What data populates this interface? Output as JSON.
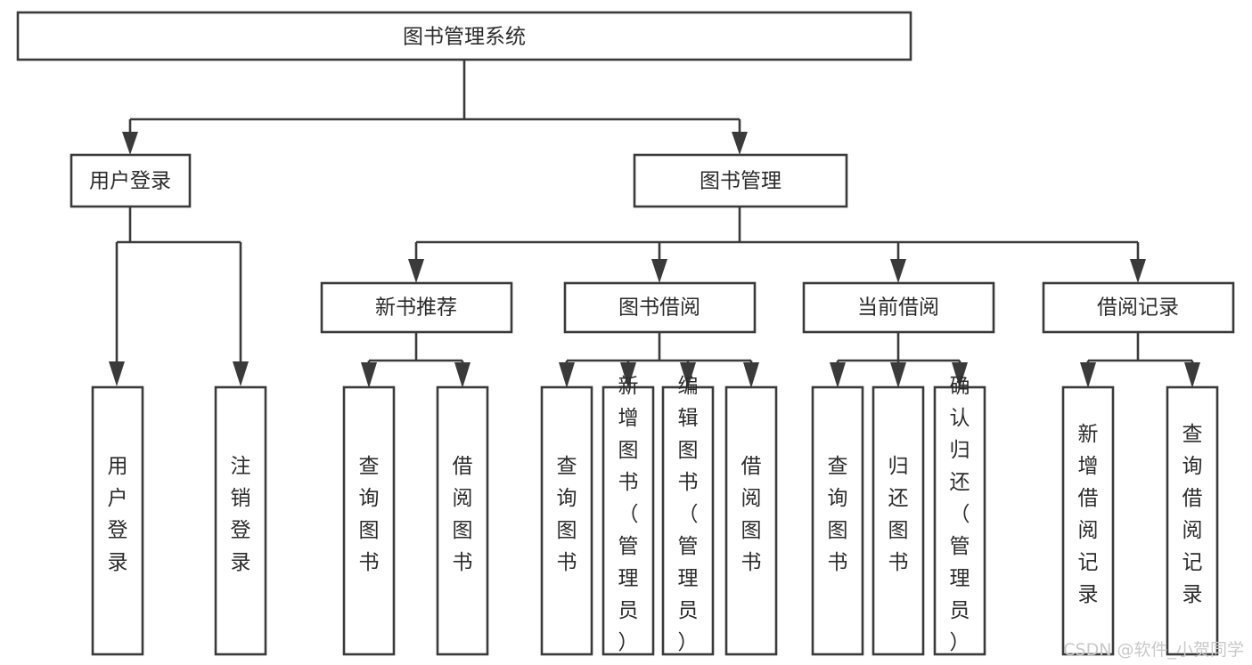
{
  "diagram": {
    "title": "图书管理系统",
    "type": "hierarchy-tree",
    "orientation": "top-down",
    "levels": 4,
    "colors": {
      "box_stroke": "#3a3a3a",
      "box_fill": "#ffffff",
      "text": "#2b2b2b",
      "connector": "#3a3a3a",
      "canvas": "#ffffff",
      "watermark": "#c9c9c9"
    }
  },
  "root": {
    "label": "图书管理系统"
  },
  "level2": [
    {
      "id": "user-login",
      "label": "用户登录"
    },
    {
      "id": "book-manage",
      "label": "图书管理"
    }
  ],
  "level3": [
    {
      "id": "new-book-recommend",
      "label": "新书推荐",
      "parent": "book-manage"
    },
    {
      "id": "book-borrow",
      "label": "图书借阅",
      "parent": "book-manage"
    },
    {
      "id": "current-borrow",
      "label": "当前借阅",
      "parent": "book-manage"
    },
    {
      "id": "borrow-record",
      "label": "借阅记录",
      "parent": "book-manage"
    }
  ],
  "leaves": {
    "user-login": [
      {
        "id": "leaf-user-login",
        "label": "用户登录"
      },
      {
        "id": "leaf-user-logout",
        "label": "注销登录"
      }
    ],
    "new-book-recommend": [
      {
        "id": "leaf-query-book-1",
        "label": "查询图书"
      },
      {
        "id": "leaf-borrow-book-1",
        "label": "借阅图书"
      }
    ],
    "book-borrow": [
      {
        "id": "leaf-query-book-2",
        "label": "查询图书"
      },
      {
        "id": "leaf-add-book",
        "label": "新增图书（管理员）"
      },
      {
        "id": "leaf-edit-book",
        "label": "编辑图书（管理员）"
      },
      {
        "id": "leaf-borrow-book-2",
        "label": "借阅图书"
      }
    ],
    "current-borrow": [
      {
        "id": "leaf-query-book-3",
        "label": "查询图书"
      },
      {
        "id": "leaf-return-book",
        "label": "归还图书"
      },
      {
        "id": "leaf-confirm-return",
        "label": "确认归还（管理员）"
      }
    ],
    "borrow-record": [
      {
        "id": "leaf-add-record",
        "label": "新增借阅记录"
      },
      {
        "id": "leaf-query-record",
        "label": "查询借阅记录"
      }
    ]
  },
  "watermark": {
    "text": "CSDN @软件_小贺同学"
  }
}
